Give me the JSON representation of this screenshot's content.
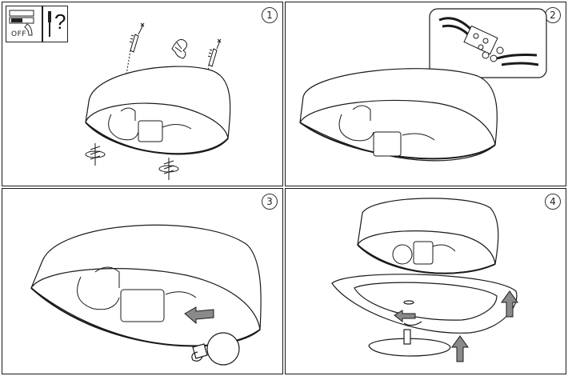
{
  "panels": [
    {
      "number": "1"
    },
    {
      "number": "2"
    },
    {
      "number": "3"
    },
    {
      "number": "4"
    }
  ],
  "safety": {
    "switch_label": "OFF",
    "tool_symbol": "?"
  },
  "colors": {
    "line": "#1a1a1a",
    "arrow_fill": "#8a8a8a",
    "inner_shade": "#ececec"
  }
}
